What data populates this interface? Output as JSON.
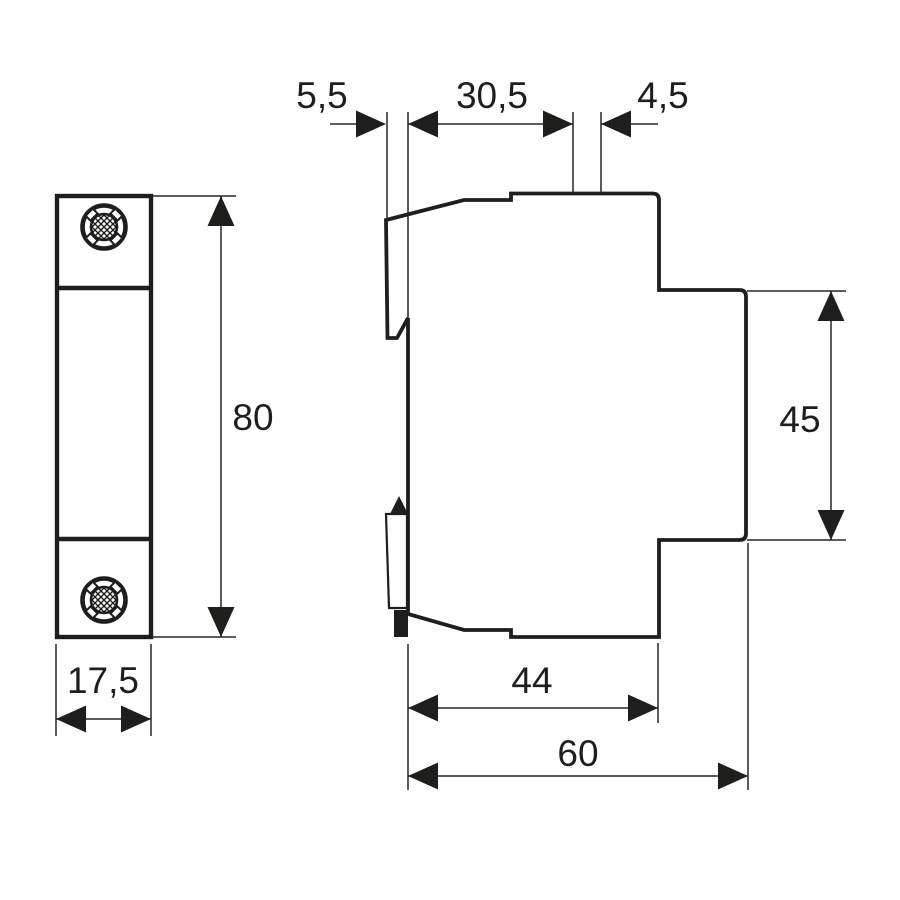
{
  "style": {
    "background_color": "#ffffff",
    "line_color": "#1e1e1c"
  },
  "icons": {
    "screw_head": "pozidriv-screw-icon"
  },
  "front_view": {
    "height_label": "80",
    "width_label": "17,5"
  },
  "side_view": {
    "top_rail_offset_label": "5,5",
    "top_depth_label": "30,5",
    "top_right_offset_label": "4,5",
    "front_height_label": "45",
    "body_depth_label": "44",
    "total_depth_label": "60"
  }
}
